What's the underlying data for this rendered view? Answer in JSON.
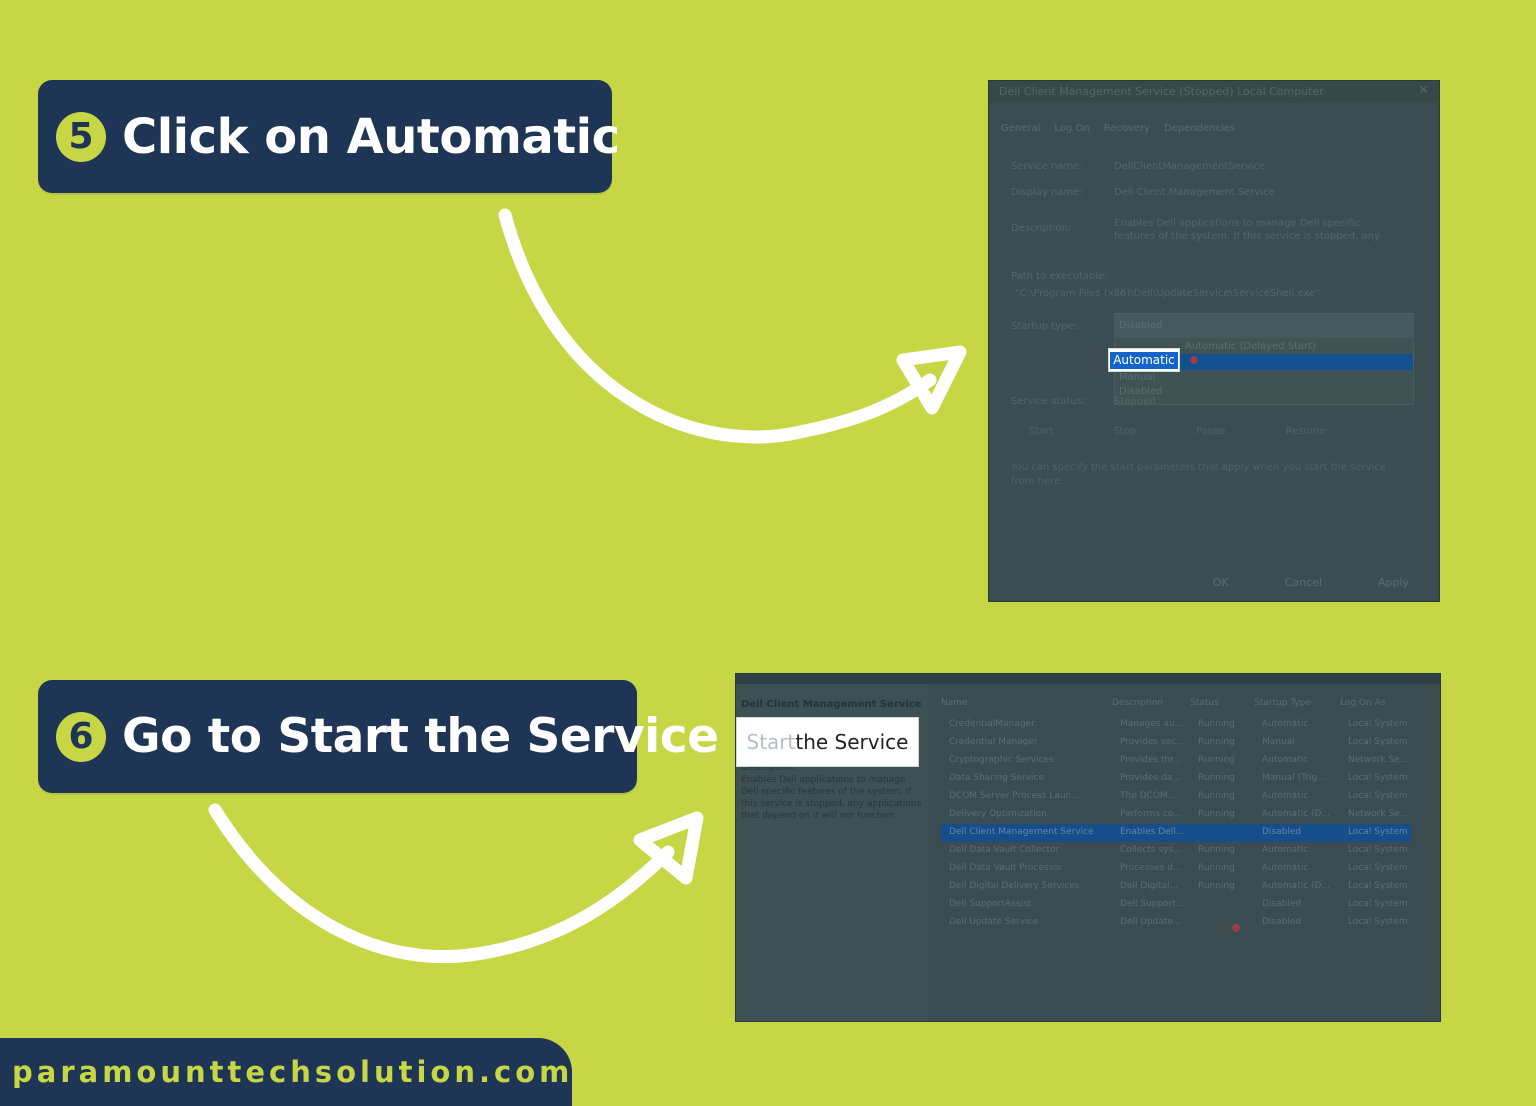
{
  "steps": [
    {
      "number": "5",
      "label": "Click on Automatic"
    },
    {
      "number": "6",
      "label": "Go to Start the Service"
    }
  ],
  "dialog": {
    "title": "Dell Client Management Service (Stopped) Local Computer",
    "tabs": [
      "General",
      "Log On",
      "Recovery",
      "Dependencies"
    ],
    "rows": [
      {
        "label": "Service name:",
        "value": "DellClientManagementService"
      },
      {
        "label": "Display name:",
        "value": "Dell Client Management Service"
      },
      {
        "label": "Description:",
        "value": "Enables Dell applications to manage Dell specific features of the system. If this service is stopped, any"
      }
    ],
    "path_label": "Path to executable:",
    "path_value": "\"C:\\Program Files (x86)\\Dell\\UpdateService\\ServiceShell.exe\"",
    "startup_label": "Startup type:",
    "startup_value": "Disabled",
    "options": [
      "Automatic (Delayed Start)",
      "Manual",
      "Disabled"
    ],
    "status_label": "Service status:",
    "status_value": "Stopped",
    "buttons": [
      "Start",
      "Stop",
      "Pause",
      "Resume"
    ],
    "note": "You can specify the start parameters that apply when you start the service from here.",
    "footer_buttons": [
      "OK",
      "Cancel",
      "Apply"
    ],
    "callout": "Automatic"
  },
  "services": {
    "selected_title": "Dell Client Management Service",
    "callout_faded": "Start",
    "callout_rest": " the Service",
    "description_heading": "Description:",
    "description": "Enables Dell applications to manage Dell specific features of the system. If this service is stopped, any applications that depend on it will not function.",
    "headers": [
      "Name",
      "Description",
      "Status",
      "Startup Type",
      "Log On As"
    ],
    "rows": [
      [
        "CredentialManager",
        "Manages au...",
        "Running",
        "Automatic",
        "Local System"
      ],
      [
        "Credential Manager",
        "Provides sec...",
        "Running",
        "Manual",
        "Local System"
      ],
      [
        "Cryptographic Services",
        "Provides thr...",
        "Running",
        "Automatic",
        "Network Se..."
      ],
      [
        "Data Sharing Service",
        "Provides da...",
        "Running",
        "Manual (Trig...",
        "Local System"
      ],
      [
        "DCOM Server Process Laun...",
        "The DCOM...",
        "Running",
        "Automatic",
        "Local System"
      ],
      [
        "Delivery Optimization",
        "Performs co...",
        "Running",
        "Automatic (D...",
        "Network Se..."
      ],
      [
        "Dell Client Management Service",
        "Enables Dell...",
        "",
        "Disabled",
        "Local System"
      ],
      [
        "Dell Data Vault Collector",
        "Collects sys...",
        "Running",
        "Automatic",
        "Local System"
      ],
      [
        "Dell Data Vault Processor",
        "Processes d...",
        "Running",
        "Automatic",
        "Local System"
      ],
      [
        "Dell Digital Delivery Services",
        "Dell Digital...",
        "Running",
        "Automatic (D...",
        "Local System"
      ],
      [
        "Dell SupportAssist",
        "Dell Support...",
        "",
        "Disabled",
        "Local System"
      ],
      [
        "Dell Update Service",
        "Dell Update...",
        "",
        "Disabled",
        "Local System"
      ]
    ]
  },
  "brand": "paramounttechsolution.com"
}
